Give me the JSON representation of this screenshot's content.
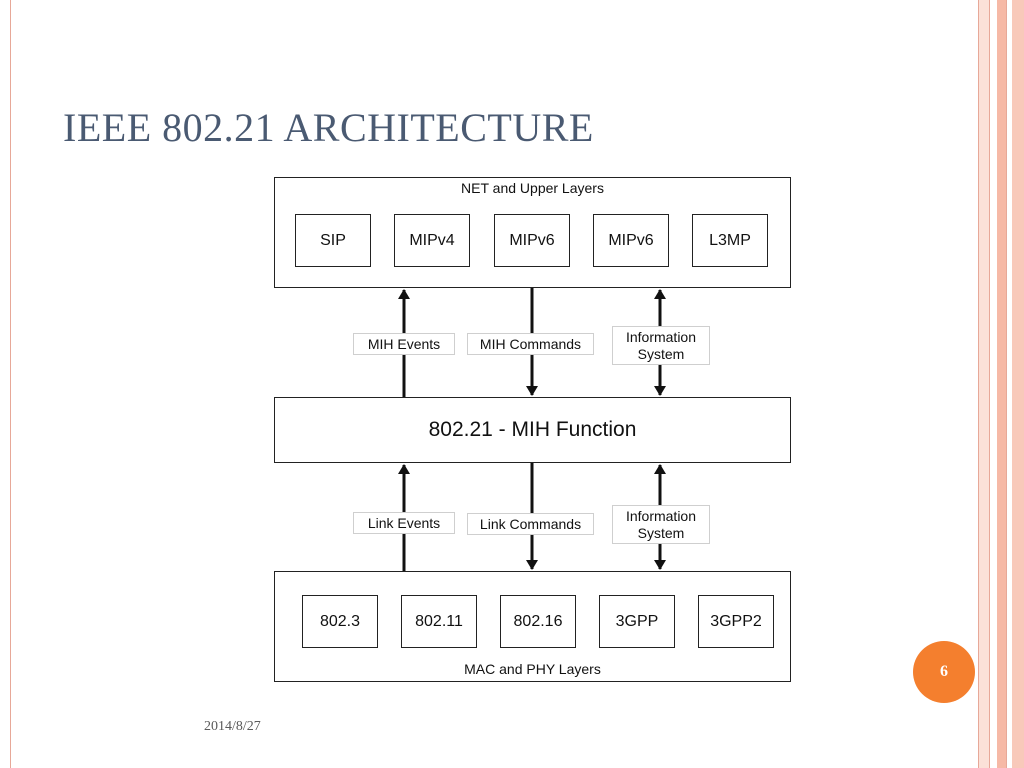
{
  "slide": {
    "title": "IEEE 802.21 ARCHITECTURE",
    "date": "2014/8/27",
    "page_number": "6"
  },
  "diagram": {
    "upper_layer": {
      "title": "NET and Upper Layers",
      "protocols": [
        "SIP",
        "MIPv4",
        "MIPv6",
        "MIPv6",
        "L3MP"
      ]
    },
    "mih_function": "802.21 - MIH Function",
    "lower_layer": {
      "title": "MAC and PHY Layers",
      "protocols": [
        "802.3",
        "802.11",
        "802.16",
        "3GPP",
        "3GPP2"
      ]
    },
    "upper_links": {
      "events": "MIH Events",
      "commands": "MIH Commands",
      "info_line1": "Information",
      "info_line2": "System"
    },
    "lower_links": {
      "events": "Link Events",
      "commands": "Link Commands",
      "info_line1": "Information",
      "info_line2": "System"
    }
  }
}
